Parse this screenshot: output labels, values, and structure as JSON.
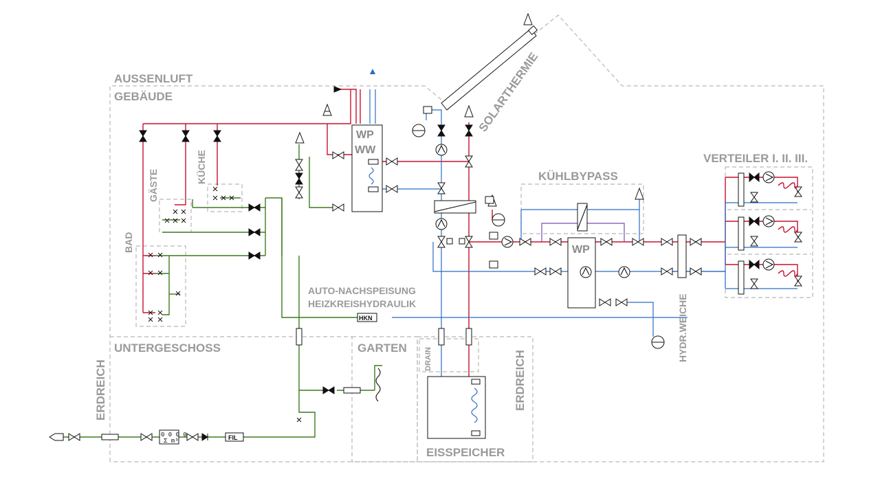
{
  "zones": {
    "aussenluft": "AUSSENLUFT",
    "gebaeude": "GEBÄUDE",
    "untergeschoss": "UNTERGESCHOSS",
    "garten": "GARTEN",
    "erdreich_left": "ERDREICH",
    "erdreich_right": "ERDREICH",
    "drain": "DRAIN",
    "eisspeicher": "EISSPEICHER",
    "bad": "BAD",
    "gaeste": "GÄSTE",
    "kueche": "KÜCHE",
    "kuehlbypass": "KÜHLBYPASS",
    "verteiler": "VERTEILER I. II. III.",
    "solarthermie": "SOLARTHERMIE",
    "hydr_weiche": "HYDR.WEICHE"
  },
  "annotations": {
    "nachspeisung_line1": "AUTO-NACHSPEISUNG",
    "nachspeisung_line2": "HEIZKREISHYDRAULIK"
  },
  "components": {
    "wp_ww_top": "WP",
    "wp_ww_bottom": "WW",
    "wp_main": "WP",
    "hkn": "HKN",
    "filter": "FIL",
    "meter_top": "0 0 0 0",
    "meter_bottom": "Σ m³"
  },
  "colors": {
    "hot_supply": "#c8102e",
    "cold_return": "#2b6cc4",
    "fresh_water": "#3c7a1e",
    "cooling": "#7b4bb5",
    "zone_border": "#b8b8b8",
    "label_gray": "#9a9a9a"
  }
}
